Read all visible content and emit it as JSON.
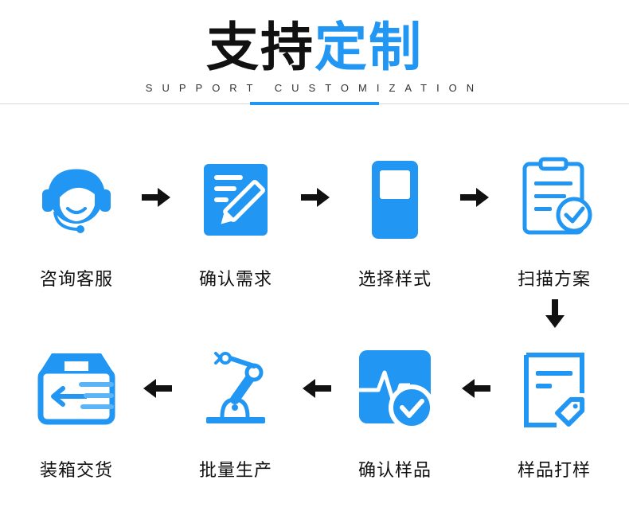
{
  "header": {
    "title_main": "支持",
    "title_accent": "定制",
    "subtitle": "SUPPORT CUSTOMIZATION"
  },
  "colors": {
    "accent": "#2196f3",
    "text": "#111111",
    "arrow": "#111111"
  },
  "steps": [
    {
      "label": "咨询客服",
      "icon": "customer-service-headset-icon"
    },
    {
      "label": "确认需求",
      "icon": "edit-document-icon"
    },
    {
      "label": "选择样式",
      "icon": "phone-card-icon"
    },
    {
      "label": "扫描方案",
      "icon": "clipboard-check-icon"
    },
    {
      "label": "样品打样",
      "icon": "document-tag-icon"
    },
    {
      "label": "确认样品",
      "icon": "chart-check-icon"
    },
    {
      "label": "批量生产",
      "icon": "robot-arm-icon"
    },
    {
      "label": "装箱交货",
      "icon": "box-delivery-icon"
    }
  ]
}
